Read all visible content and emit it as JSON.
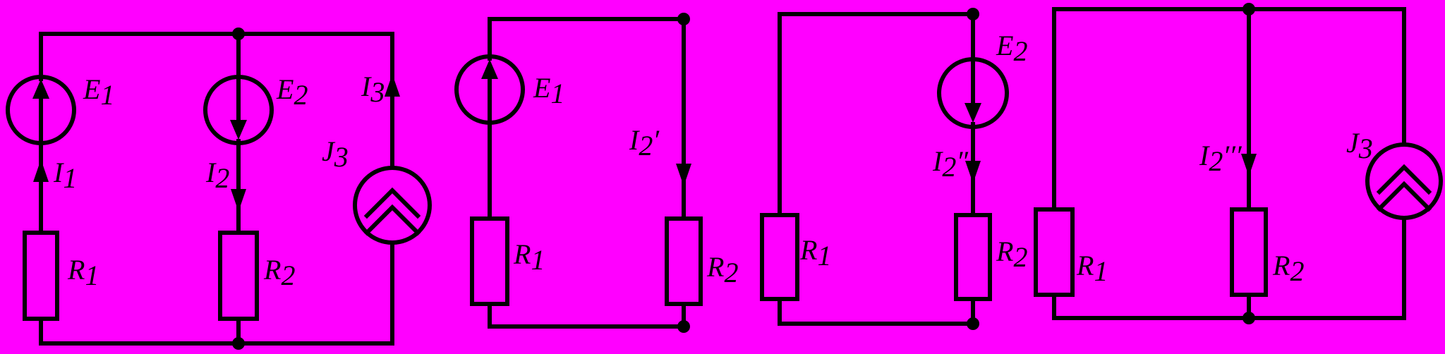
{
  "colors": {
    "background": "#ff00ff",
    "wire": "#000000"
  },
  "circuits": [
    {
      "labels": {
        "E1": {
          "main": "E",
          "sub": "1"
        },
        "E2": {
          "main": "E",
          "sub": "2"
        },
        "I3": {
          "main": "I",
          "sub": "3"
        },
        "J3": {
          "main": "J",
          "sub": "3"
        },
        "I1": {
          "main": "I",
          "sub": "1"
        },
        "I2": {
          "main": "I",
          "sub": "2"
        },
        "R1": {
          "main": "R",
          "sub": "1"
        },
        "R2": {
          "main": "R",
          "sub": "2"
        }
      }
    },
    {
      "labels": {
        "E1": {
          "main": "E",
          "sub": "1"
        },
        "I2p": {
          "main": "I",
          "sub": "2",
          "suffix": "′"
        },
        "R1": {
          "main": "R",
          "sub": "1"
        },
        "R2": {
          "main": "R",
          "sub": "2"
        }
      }
    },
    {
      "labels": {
        "E2": {
          "main": "E",
          "sub": "2"
        },
        "I2pp": {
          "main": "I",
          "sub": "2",
          "suffix": "″"
        },
        "R1": {
          "main": "R",
          "sub": "1"
        },
        "R2": {
          "main": "R",
          "sub": "2"
        }
      }
    },
    {
      "labels": {
        "J3": {
          "main": "J",
          "sub": "3"
        },
        "I2ppp": {
          "main": "I",
          "sub": "2",
          "suffix": "′′′"
        },
        "R1": {
          "main": "R",
          "sub": "1"
        },
        "R2": {
          "main": "R",
          "sub": "2"
        }
      }
    }
  ]
}
